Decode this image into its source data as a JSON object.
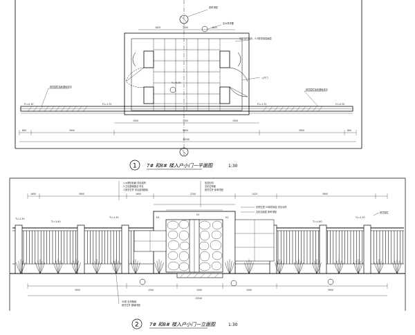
{
  "plan": {
    "title": "7# 和8# 楼入户小门一平面图",
    "scale": "1:30",
    "number": "1",
    "level_center": "FL=0.00",
    "level_left": "FL=0.30",
    "level_left2": "FL=1.70",
    "level_right": "FL=1.70",
    "level_right2": "FL=0.30",
    "dims_top": [
      "1825",
      "2400",
      "1825"
    ],
    "dims_bottom": [
      "1500",
      "1500",
      "1500"
    ],
    "dims_base": [
      "800",
      "3950",
      "5900",
      "3950",
      "800"
    ],
    "total": "15340",
    "left_note": "铁艺围栏及砼基础详见",
    "right_note": "铁艺围栏及砼基础详见",
    "top_notes": [
      "参考详图",
      "见大样详图"
    ],
    "mid_notes": [
      "石材台阶踏步，5-8厚花岗岩面层",
      "入户门"
    ]
  },
  "elevation": {
    "title": "7# 和8# 楼入户小门一立面图",
    "scale": "1:30",
    "number": "2",
    "left_notes": [
      "1.大理石贴面 详见结构",
      "2.立柱基础做法 详见",
      "3.铁艺栏杆 详见结构图纸"
    ],
    "top_notes": [
      "压顶石材",
      "文化石饰面",
      "铁艺栏杆 参考详图"
    ],
    "right_notes": [
      "石材压顶 30厚花岗岩 详见大样",
      "文化石面层 参考详图",
      "铁艺围栏"
    ],
    "bottom_notes": [
      "50厚 石材基础",
      "铁艺栏杆 基础详图"
    ],
    "levels": [
      "TL=1.30",
      "TL=1.60",
      "TL=1.30",
      "TL=1.60",
      "TL=1.30"
    ],
    "dims_top": [
      "1650",
      "3950",
      "1650",
      "2250",
      "1425",
      "3950"
    ],
    "dims_bottom": [
      "3950",
      "1500",
      "1500",
      "1500",
      "3950"
    ],
    "total": "15340",
    "mid_labels": [
      "D1",
      "H1",
      "H2"
    ]
  }
}
